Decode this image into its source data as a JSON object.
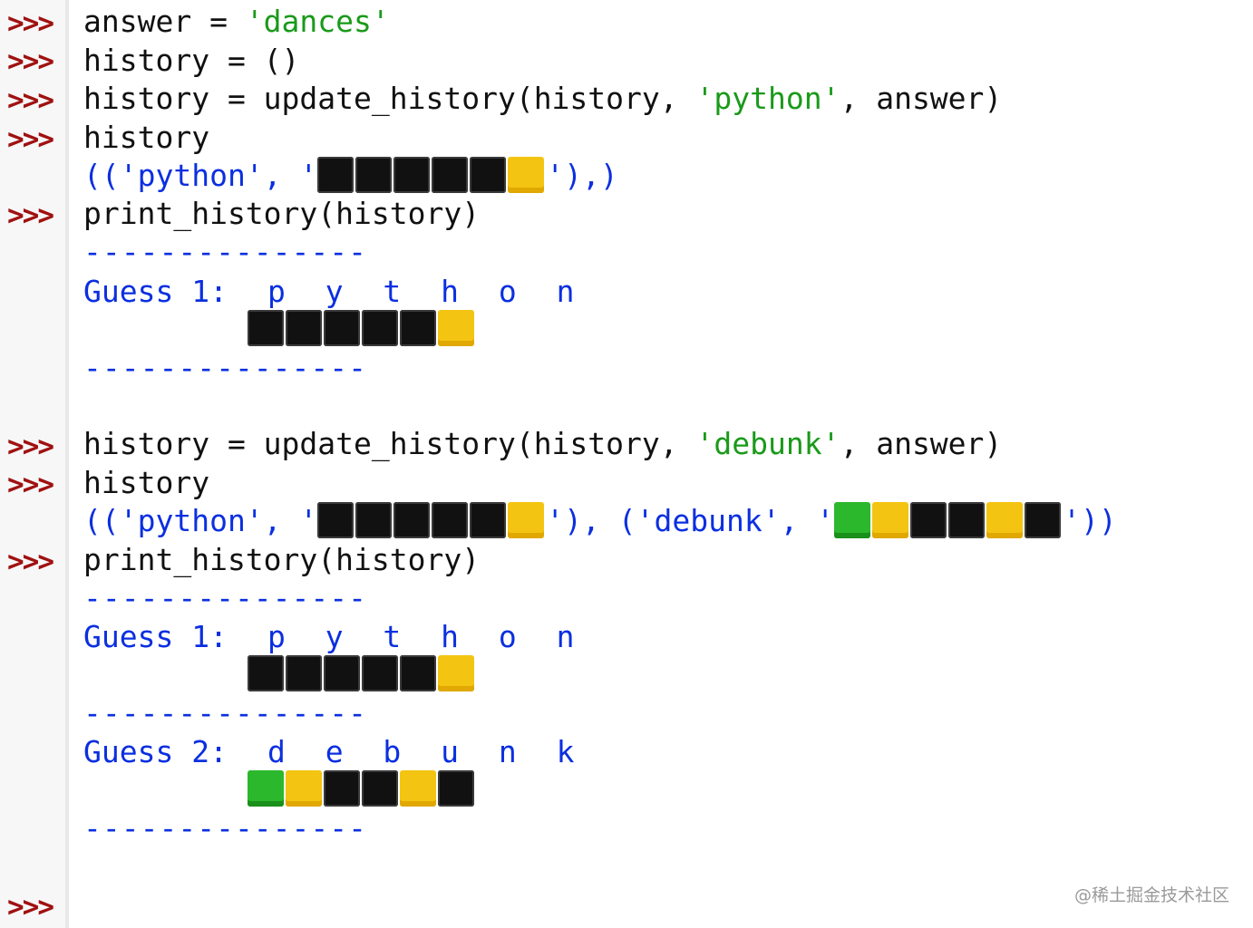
{
  "prompt": ">>>",
  "lines": {
    "l1_code": "answer = ",
    "l1_str": "'dances'",
    "l2_code": "history = ()",
    "l3_pre": "history = update_history(history, ",
    "l3_str": "'python'",
    "l3_post": ", answer)",
    "l4_code": "history",
    "l5_open": "(('python', '",
    "l5_close": "'),)",
    "l6_code": "print_history(history)",
    "dashes": "---------------",
    "guess1_label": "Guess 1:",
    "guess1_word": "p y t h o n",
    "l9_pre": "history = update_history(history, ",
    "l9_str": "'debunk'",
    "l9_post": ", answer)",
    "l10_code": "history",
    "l11_open": "(('python', '",
    "l11_mid": "'), ('debunk', '",
    "l11_close": "'))",
    "l12_code": "print_history(history)",
    "guess2_label": "Guess 2:",
    "guess2_word": "d e b u n k"
  },
  "feedback": {
    "python": [
      "black",
      "black",
      "black",
      "black",
      "black",
      "yellow"
    ],
    "debunk": [
      "green",
      "yellow",
      "black",
      "black",
      "yellow",
      "black"
    ]
  },
  "colors": {
    "prompt": "#a01111",
    "string": "#1a9a1a",
    "output": "#0b2fe0",
    "black_square": "#111111",
    "yellow_square": "#f3c512",
    "green_square": "#2cb82c"
  },
  "watermark": "@稀土掘金技术社区"
}
